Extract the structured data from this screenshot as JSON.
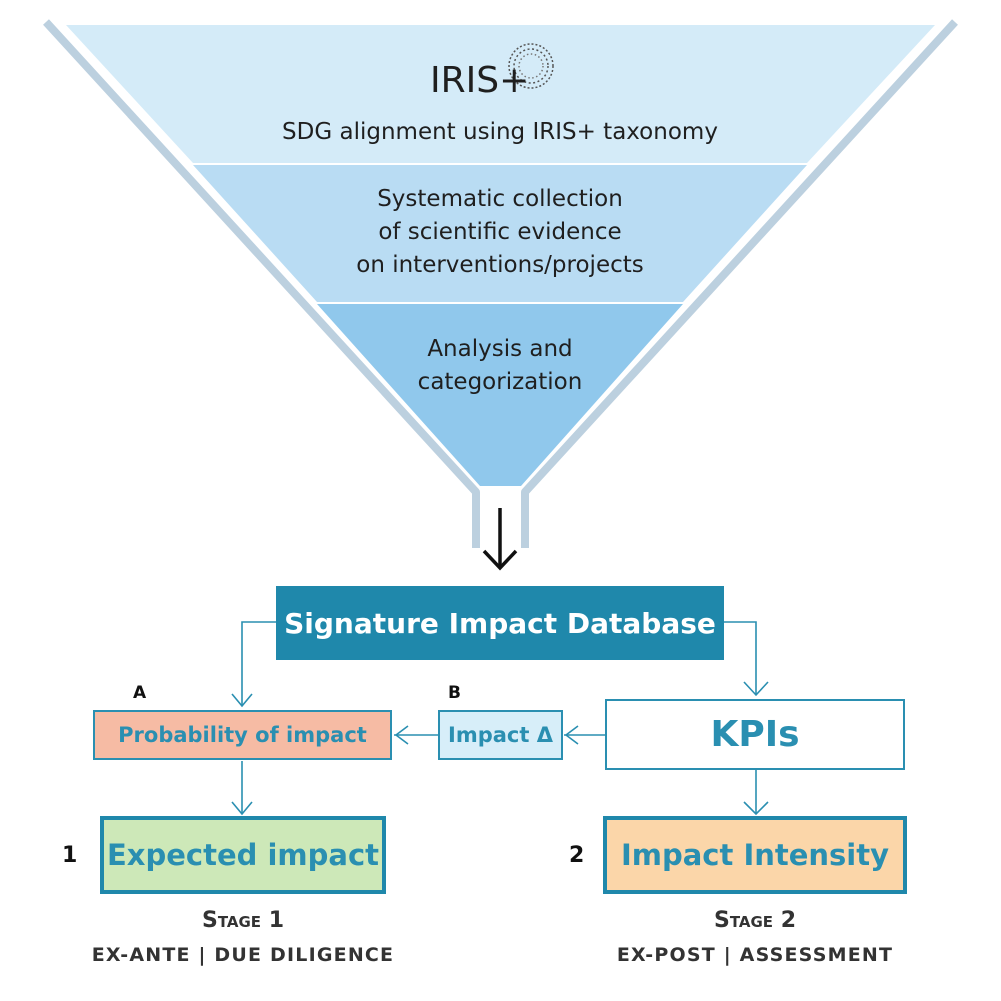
{
  "logo": {
    "text": "IRIS+"
  },
  "funnel": {
    "level1": "SDG alignment using IRIS+ taxonomy",
    "level2": [
      "Systematic collection",
      "of scientific evidence",
      "on interventions/projects"
    ],
    "level3": [
      "Analysis and",
      "categorization"
    ]
  },
  "database": {
    "label": "Signature Impact Database"
  },
  "branch_labels": {
    "a": "A",
    "b": "B"
  },
  "boxes": {
    "probability": "Probability of impact",
    "impact_delta": "Impact Δ",
    "kpis": "KPIs",
    "expected": "Expected impact",
    "intensity": "Impact Intensity"
  },
  "stages": {
    "stage1": {
      "number": "1",
      "title": "Stage 1",
      "subtitle": "EX-ANTE | DUE DILIGENCE"
    },
    "stage2": {
      "number": "2",
      "title": "Stage 2",
      "subtitle": "EX-POST | ASSESSMENT"
    }
  },
  "colors": {
    "funnel_level1": "#d4ebf8",
    "funnel_level2": "#b9dcf3",
    "funnel_level3": "#90c8ec",
    "database": "#1f88ab",
    "accent": "#2a8fb1",
    "probability_fill": "#f6bba4",
    "expected_fill": "#cde8b8",
    "intensity_fill": "#fbd6a9"
  }
}
